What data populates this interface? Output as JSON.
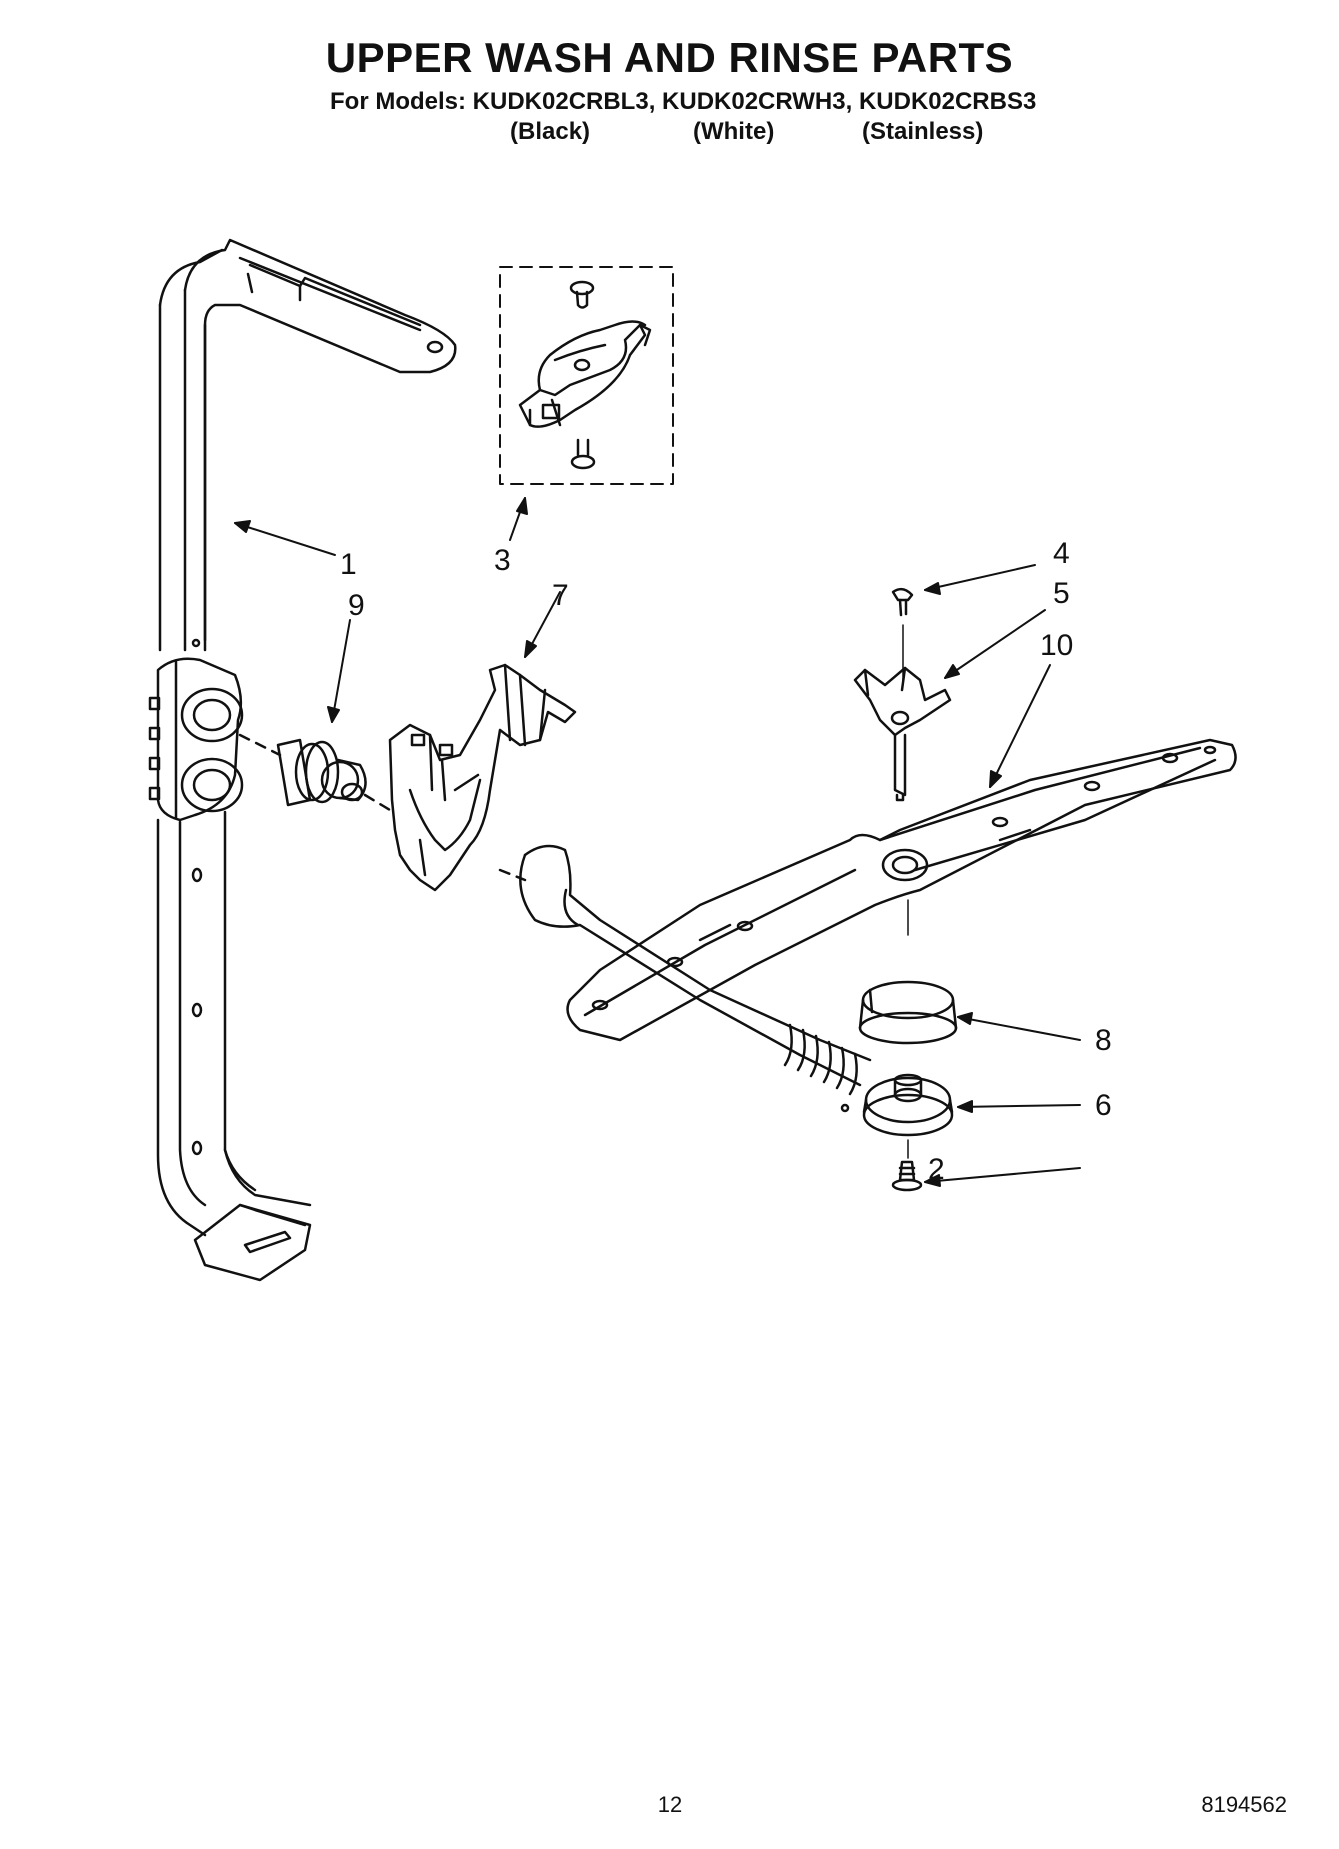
{
  "header": {
    "title": "UPPER WASH AND RINSE PARTS",
    "models_line": "For Models: KUDK02CRBL3, KUDK02CRWH3, KUDK02CRBS3",
    "variants": [
      "(Black)",
      "(White)",
      "(Stainless)"
    ]
  },
  "callouts": {
    "c1": "1",
    "c2": "2",
    "c3": "3",
    "c4": "4",
    "c5": "5",
    "c6": "6",
    "c7": "7",
    "c8": "8",
    "c9": "9",
    "c10": "10"
  },
  "footer": {
    "page_number": "12",
    "doc_number": "8194562"
  },
  "colors": {
    "ink": "#111111",
    "paper": "#ffffff"
  }
}
